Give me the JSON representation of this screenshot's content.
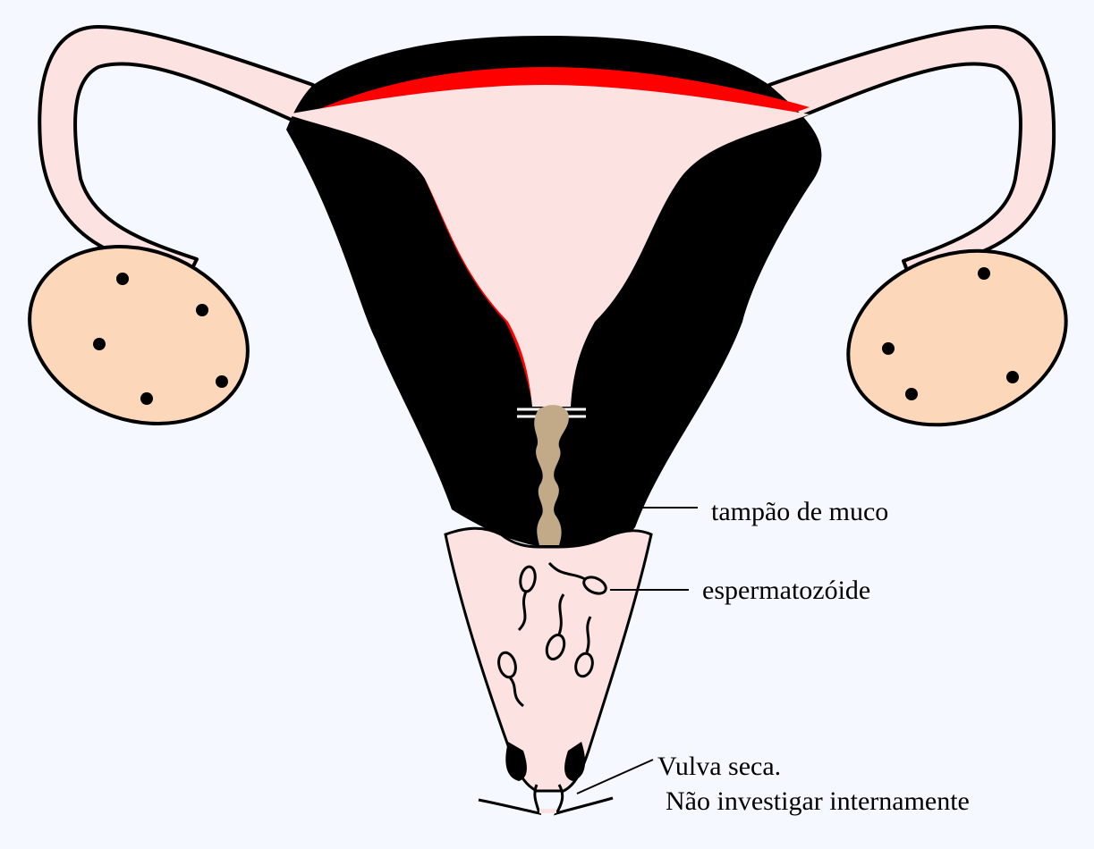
{
  "labels": {
    "mucus_plug": "tampão de muco",
    "sperm": "espermatozóide",
    "vulva_line1": "Vulva seca.",
    "vulva_line2": "Não investigar internamente"
  },
  "colors": {
    "background": "#f5f9ff",
    "uterine_wall": "#000000",
    "endometrium": "#ff0000",
    "cavity": "#fde2e2",
    "ovary": "#fcd7b9",
    "mucus_plug": "#c2aa88",
    "outline": "#000000"
  }
}
